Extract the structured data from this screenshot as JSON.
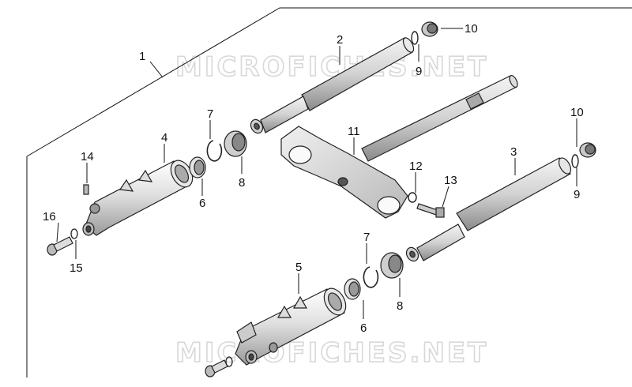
{
  "watermark": {
    "top": "MICROFICHES.NET",
    "bottom": "MICROFICHES.NET"
  },
  "callouts": {
    "c1": "1",
    "c2": "2",
    "c3": "3",
    "c4": "4",
    "c5": "5",
    "c6_top": "6",
    "c6_bottom": "6",
    "c7_top": "7",
    "c7_bottom": "7",
    "c8_top": "8",
    "c8_bottom": "8",
    "c9_top": "9",
    "c9_right": "9",
    "c10_top": "10",
    "c10_right": "10",
    "c11": "11",
    "c12": "12",
    "c13": "13",
    "c14": "14",
    "c15": "15",
    "c16": "16"
  }
}
